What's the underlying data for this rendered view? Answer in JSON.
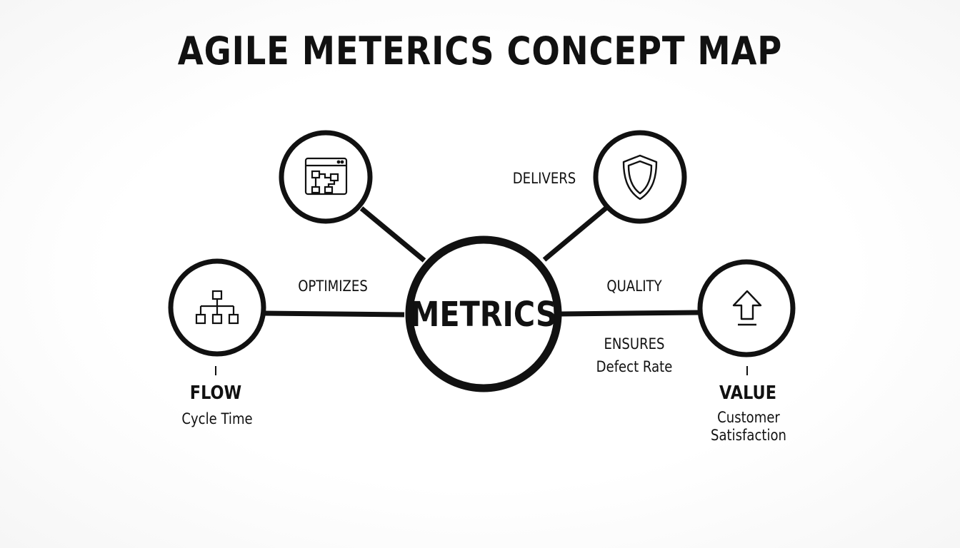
{
  "title": "AGILE METERICS CONCEPT MAP",
  "colors": {
    "stroke": "#111111",
    "background": "#ffffff"
  },
  "center": {
    "label": "METRICS"
  },
  "nodes": [
    {
      "id": "flow",
      "icon": "hierarchy-icon",
      "heading": "FLOW",
      "detail": "Cycle Time",
      "edge_label": "OPTIMIZES"
    },
    {
      "id": "process",
      "icon": "workflow-window-icon",
      "heading": "",
      "detail": "",
      "edge_label": ""
    },
    {
      "id": "delivery",
      "icon": "shield-icon",
      "heading": "",
      "detail": "",
      "edge_label": "DELIVERS"
    },
    {
      "id": "value",
      "icon": "arrow-up-icon",
      "heading": "VALUE",
      "detail_lines": [
        "Customer",
        "Satisfaction"
      ],
      "edge_label": "QUALITY"
    }
  ],
  "quality_note": {
    "verb": "ENSURES",
    "metric": "Defect Rate"
  }
}
